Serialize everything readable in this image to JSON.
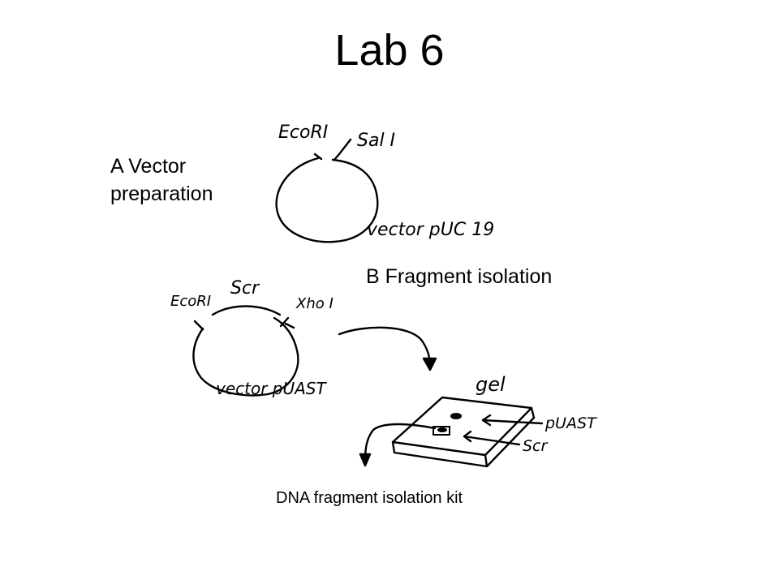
{
  "title": "Lab 6",
  "section_a": {
    "line1": "A  Vector",
    "line2": "preparation",
    "plasmid": {
      "site_left": "EcoRI",
      "site_right": "Sal I",
      "name": "vector pUC 19"
    }
  },
  "section_b": {
    "heading": "B Fragment isolation",
    "plasmid": {
      "site_left": "EcoRI",
      "insert": "Scr",
      "site_right": "Xho I",
      "name": "vector pUAST"
    },
    "gel": {
      "label": "gel",
      "band_top": "pUAST",
      "band_bottom": "Scr"
    }
  },
  "caption": "DNA fragment isolation kit"
}
